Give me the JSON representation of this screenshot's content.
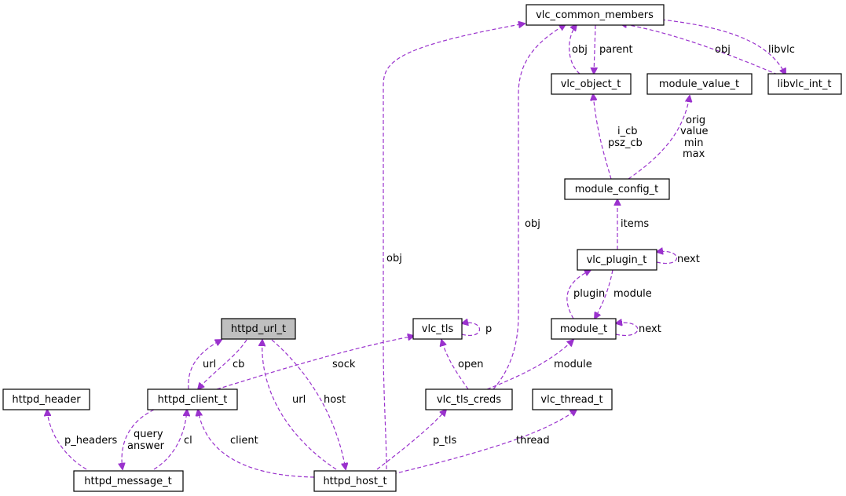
{
  "diagram": {
    "nodes": {
      "vlc_common_members": "vlc_common_members",
      "vlc_object_t": "vlc_object_t",
      "module_value_t": "module_value_t",
      "libvlc_int_t": "libvlc_int_t",
      "module_config_t": "module_config_t",
      "vlc_plugin_t": "vlc_plugin_t",
      "module_t": "module_t",
      "vlc_tls": "vlc_tls",
      "httpd_url_t": "httpd_url_t",
      "httpd_header": "httpd_header",
      "httpd_client_t": "httpd_client_t",
      "vlc_tls_creds": "vlc_tls_creds",
      "vlc_thread_t": "vlc_thread_t",
      "httpd_message_t": "httpd_message_t",
      "httpd_host_t": "httpd_host_t"
    },
    "edge_labels": {
      "obj_host": "obj",
      "obj_creds": "obj",
      "obj_self": "obj",
      "parent": "parent",
      "obj_libvlc": "obj",
      "libvlc": "libvlc",
      "cb_names": [
        "i_cb",
        "psz_cb"
      ],
      "value_names": [
        "orig",
        "value",
        "min",
        "max"
      ],
      "items": "items",
      "next_plugin": "next",
      "plugin": "plugin",
      "module_plugin": "module",
      "next_module": "next",
      "p": "p",
      "sock": "sock",
      "url_client": "url",
      "cb": "cb",
      "open": "open",
      "module_creds": "module",
      "url_host": "url",
      "host": "host",
      "p_headers": "p_headers",
      "query_answer": [
        "query",
        "answer"
      ],
      "cl": "cl",
      "client": "client",
      "p_tls": "p_tls",
      "thread": "thread"
    },
    "highlight_node": "httpd_url_t",
    "colors": {
      "edge": "#9a32cd",
      "highlight_fill": "#bfbfbf",
      "node_border": "#000000"
    }
  }
}
